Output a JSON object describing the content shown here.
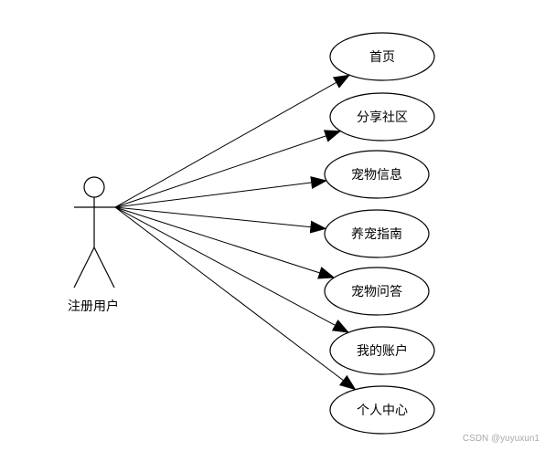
{
  "actor": {
    "label": "注册用户"
  },
  "use_cases": [
    {
      "label": "首页"
    },
    {
      "label": "分享社区"
    },
    {
      "label": "宠物信息"
    },
    {
      "label": "养宠指南"
    },
    {
      "label": "宠物问答"
    },
    {
      "label": "我的账户"
    },
    {
      "label": "个人中心"
    }
  ],
  "watermark": "CSDN @yuyuxun1",
  "colors": {
    "stroke": "#000000",
    "background": "#ffffff",
    "watermark": "#a9a9a9"
  }
}
